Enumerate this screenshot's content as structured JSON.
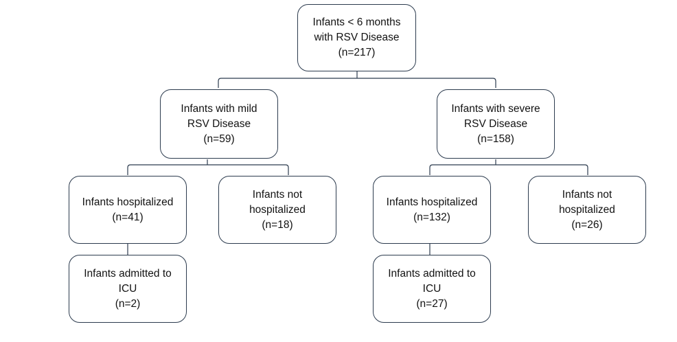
{
  "nodes": {
    "root": {
      "lines": [
        "Infants < 6 months",
        "with RSV Disease",
        "(n=217)"
      ]
    },
    "mild": {
      "lines": [
        "Infants with mild",
        "RSV Disease",
        "(n=59)"
      ]
    },
    "severe": {
      "lines": [
        "Infants with severe",
        "RSV Disease",
        "(n=158)"
      ]
    },
    "mild_hosp": {
      "lines": [
        "Infants hospitalized",
        "(n=41)"
      ]
    },
    "mild_not_hosp": {
      "lines": [
        "Infants not",
        "hospitalized",
        "(n=18)"
      ]
    },
    "severe_hosp": {
      "lines": [
        "Infants hospitalized",
        "(n=132)"
      ]
    },
    "severe_not_hosp": {
      "lines": [
        "Infants not",
        "hospitalized",
        "(n=26)"
      ]
    },
    "mild_icu": {
      "lines": [
        "Infants admitted to",
        "ICU",
        "(n=2)"
      ]
    },
    "severe_icu": {
      "lines": [
        "Infants admitted to",
        "ICU",
        "(n=27)"
      ]
    }
  },
  "colors": {
    "border": "#2b3a4d",
    "text": "#111111",
    "background": "#ffffff"
  }
}
